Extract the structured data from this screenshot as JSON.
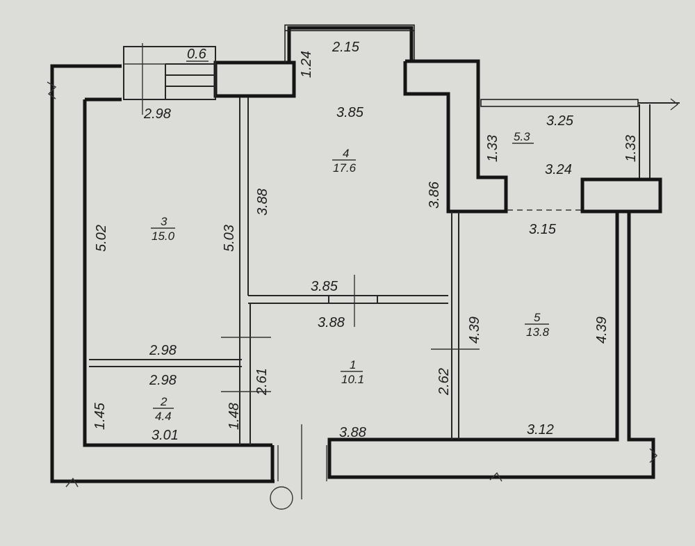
{
  "floor_plan": {
    "rooms": [
      {
        "id": "room-1",
        "number": "1",
        "area": "10.1"
      },
      {
        "id": "room-2",
        "number": "2",
        "area": "4.4"
      },
      {
        "id": "room-3",
        "number": "3",
        "area": "15.0"
      },
      {
        "id": "room-4",
        "number": "4",
        "area": "17.6"
      },
      {
        "id": "room-5",
        "number": "5",
        "area": "13.8"
      }
    ],
    "balcony_area": "5.3",
    "dimensions": {
      "stair_width": "0.6",
      "room3_top": "2.98",
      "room3_bottom": "2.98",
      "room3_left": "5.02",
      "room3_right": "5.03",
      "room2_top": "2.98",
      "room2_bottom": "3.01",
      "room2_left": "1.45",
      "room2_right": "1.48",
      "room4_window": "2.15",
      "room4_window_side": "1.24",
      "room4_top": "3.85",
      "room4_left": "3.88",
      "room4_right": "3.86",
      "room4_bottom": "3.85",
      "room1_top": "3.88",
      "room1_bottom": "3.88",
      "room1_left": "2.61",
      "room1_right": "2.62",
      "balcony_top": "3.25",
      "balcony_bottom": "3.24",
      "balcony_left": "1.33",
      "balcony_right": "1.33",
      "room5_top": "3.15",
      "room5_left": "4.39",
      "room5_right": "4.39",
      "room5_bottom": "3.12"
    }
  }
}
